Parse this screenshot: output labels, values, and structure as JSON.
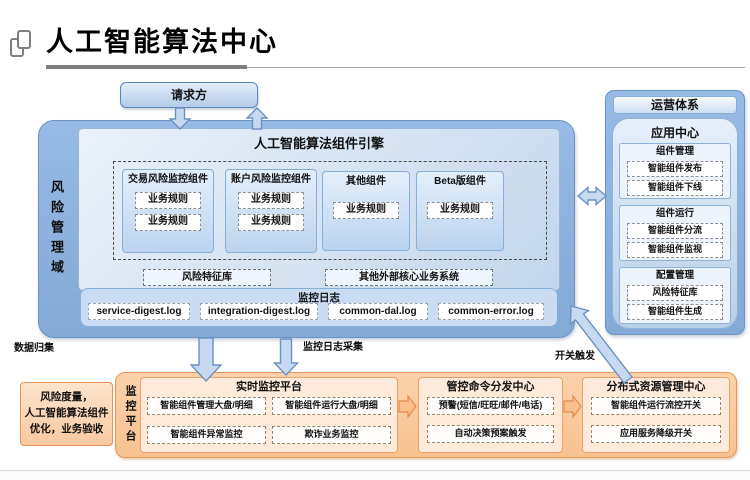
{
  "page": {
    "title": "人工智能算法中心"
  },
  "requester": {
    "label": "请求方"
  },
  "risk_domain": {
    "label": "风险管理域",
    "engine": {
      "title": "人工智能算法组件引擎",
      "components": [
        {
          "title": "交易风险监控组件",
          "rules": [
            "业务规则",
            "业务规则"
          ]
        },
        {
          "title": "账户风险监控组件",
          "rules": [
            "业务规则",
            "业务规则"
          ]
        },
        {
          "title": "其他组件",
          "rules": [
            "业务规则"
          ]
        },
        {
          "title": "Beta版组件",
          "rules": [
            "业务规则"
          ]
        }
      ],
      "feature_library": "风险特征库",
      "external_systems": "其他外部核心业务系统"
    },
    "logs": {
      "title": "监控日志",
      "files": [
        "service-digest.log",
        "integration-digest.log",
        "common-dal.log",
        "common-error.log"
      ]
    }
  },
  "operations": {
    "title": "运营体系",
    "center_title": "应用中心",
    "groups": [
      {
        "title": "组件管理",
        "items": [
          "智能组件发布",
          "智能组件下线"
        ]
      },
      {
        "title": "组件运行",
        "items": [
          "智能组件分流",
          "智能组件监视"
        ]
      },
      {
        "title": "配置管理",
        "items": [
          "风险特征库",
          "智能组件生成"
        ]
      }
    ]
  },
  "flows": {
    "data_collection": "数据归集",
    "log_collection": "监控日志采集",
    "switch_trigger": "开关触发"
  },
  "optimization_box": {
    "text": "风险度量，\n人工智能算法组件\n优化，业务验收"
  },
  "monitoring": {
    "label": "监控平台",
    "panels": [
      {
        "title": "实时监控平台",
        "items": [
          "智能组件管理大盘/明细",
          "智能组件运行大盘/明细",
          "智能组件异常监控",
          "欺诈业务监控"
        ]
      },
      {
        "title": "管控命令分发中心",
        "items": [
          "预警(短信/旺旺/邮件/电话)",
          "自动决策预案触发"
        ]
      },
      {
        "title": "分布式资源管理中心",
        "items": [
          "智能组件运行流控开关",
          "应用服务降级开关"
        ]
      }
    ]
  },
  "colors": {
    "blue_container": "#8db4e2",
    "blue_light_panel": "#d9e6f5",
    "orange_container": "#fbd0a4",
    "orange_panel": "#fdeadb",
    "arrow_blue": "#c6d9f1",
    "arrow_orange": "#fbc08d"
  }
}
